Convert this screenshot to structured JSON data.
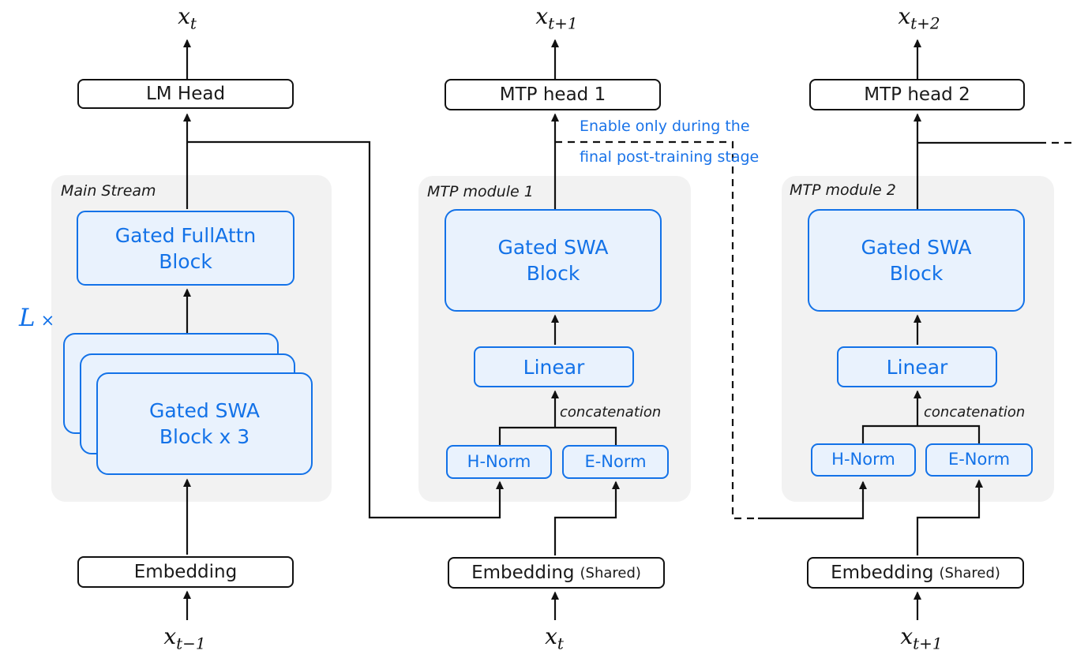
{
  "colors": {
    "accent_blue": "#1372e8",
    "block_fill": "#e9f2fd",
    "panel_gray": "#f2f2f2",
    "note_blue": "#1a73e8",
    "line_black": "#111111"
  },
  "note": {
    "line1": "Enable only during the",
    "line2": "final post-training stage"
  },
  "main": {
    "panel_label": "Main Stream",
    "top_token": {
      "base": "x",
      "sub": "t"
    },
    "head": "LM Head",
    "fullattn": {
      "line1": "Gated FullAttn",
      "line2": "Block"
    },
    "swa_stack": {
      "line1": "Gated SWA",
      "line2": "Block x 3"
    },
    "repeat": {
      "factor": "L",
      "times": "×"
    },
    "embedding": "Embedding",
    "bottom_token": {
      "base": "x",
      "sub": "t−1"
    }
  },
  "mtp1": {
    "panel_label": "MTP module 1",
    "top_token": {
      "base": "x",
      "sub": "t+1"
    },
    "head": "MTP head 1",
    "swa": {
      "line1": "Gated SWA",
      "line2": "Block"
    },
    "linear": "Linear",
    "concat_label": "concatenation",
    "hnorm": "H-Norm",
    "enorm": "E-Norm",
    "embedding": "Embedding",
    "embedding_note": "(Shared)",
    "bottom_token": {
      "base": "x",
      "sub": "t"
    }
  },
  "mtp2": {
    "panel_label": "MTP module 2",
    "top_token": {
      "base": "x",
      "sub": "t+2"
    },
    "head": "MTP head 2",
    "swa": {
      "line1": "Gated SWA",
      "line2": "Block"
    },
    "linear": "Linear",
    "concat_label": "concatenation",
    "hnorm": "H-Norm",
    "enorm": "E-Norm",
    "embedding": "Embedding",
    "embedding_note": "(Shared)",
    "bottom_token": {
      "base": "x",
      "sub": "t+1"
    }
  }
}
